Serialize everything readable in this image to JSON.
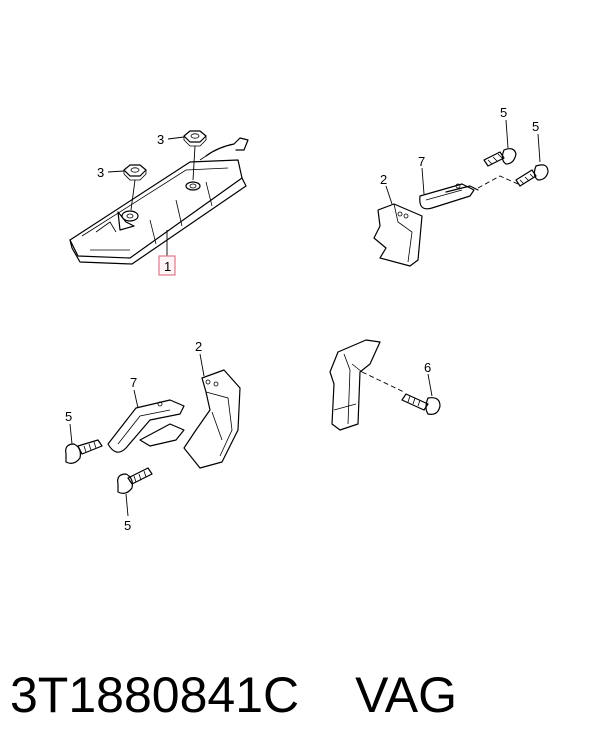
{
  "callouts": {
    "part_1": "1",
    "part_2": "2",
    "part_3": "3",
    "part_5": "5",
    "part_6": "6",
    "part_7": "7"
  },
  "colors": {
    "highlight_box": "#e07a8c",
    "line": "#000000"
  },
  "footer": {
    "part_number": "3T1880841C",
    "brand": "VAG"
  }
}
